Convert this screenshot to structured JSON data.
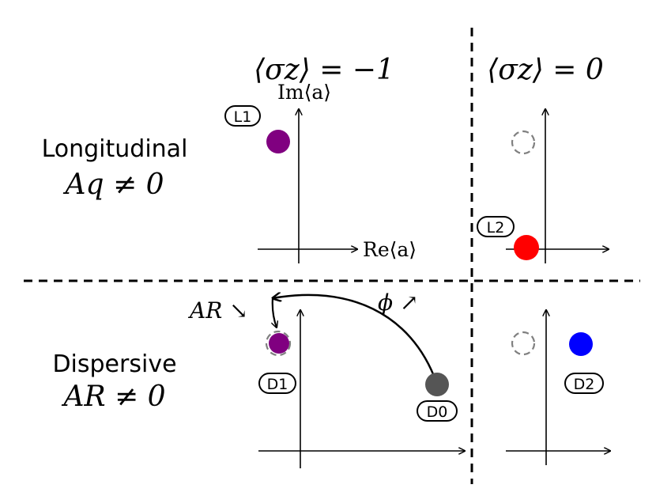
{
  "column_headers": {
    "left": "⟨σz⟩ = −1",
    "right": "⟨σz⟩ = 0"
  },
  "rows": {
    "longitudinal": {
      "title": "Longitudinal",
      "condition": "Aq ≠ 0"
    },
    "dispersive": {
      "title": "Dispersive",
      "condition": "AR ≠ 0"
    }
  },
  "axes": {
    "y_label": "Im⟨a⟩",
    "x_label": "Re⟨a⟩"
  },
  "points": {
    "L1": {
      "label": "L1",
      "color": "#800080"
    },
    "L2": {
      "label": "L2",
      "color": "#ff0000"
    },
    "D0": {
      "label": "D0",
      "color": "#555555"
    },
    "D1": {
      "label": "D1",
      "color": "#800080"
    },
    "D2": {
      "label": "D2",
      "color": "#0000ff"
    }
  },
  "annotations": {
    "amplitude": "AR ↘",
    "phase": "ϕ ↗"
  },
  "colors": {
    "ghost_circle": "#808080",
    "lines": "#000000"
  }
}
